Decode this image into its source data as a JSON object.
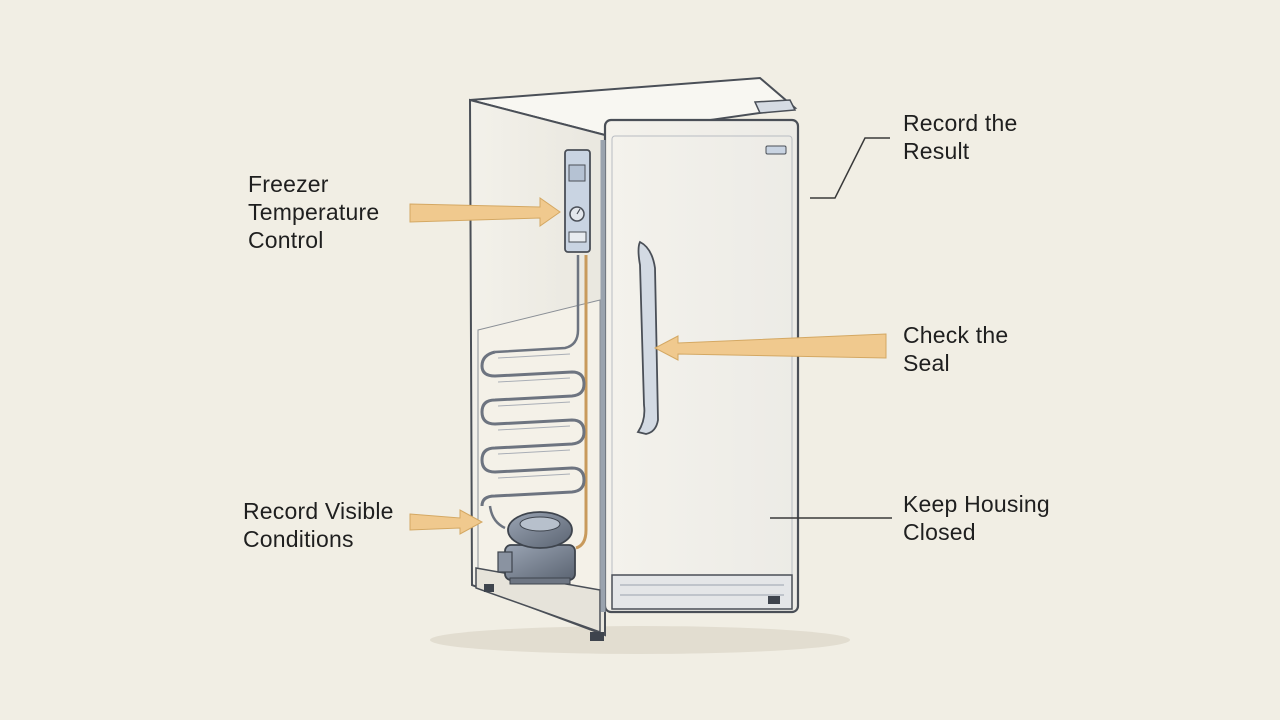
{
  "callouts": {
    "freezer_control": "Freezer\nTemperature\nControl",
    "visible_conditions": "Record Visible\nConditions",
    "record_result": "Record the\nResult",
    "check_seal": "Check the\nSeal",
    "keep_housing": "Keep Housing\nClosed"
  },
  "colors": {
    "background": "#f1eee4",
    "arrow": "#f0c98e",
    "outline": "#4a4f57",
    "cabinet": "#f7f5ef",
    "panel": "#c9d4e2",
    "coil": "#6d7480",
    "copper": "#c89a5c",
    "text": "#1f1f1f"
  }
}
